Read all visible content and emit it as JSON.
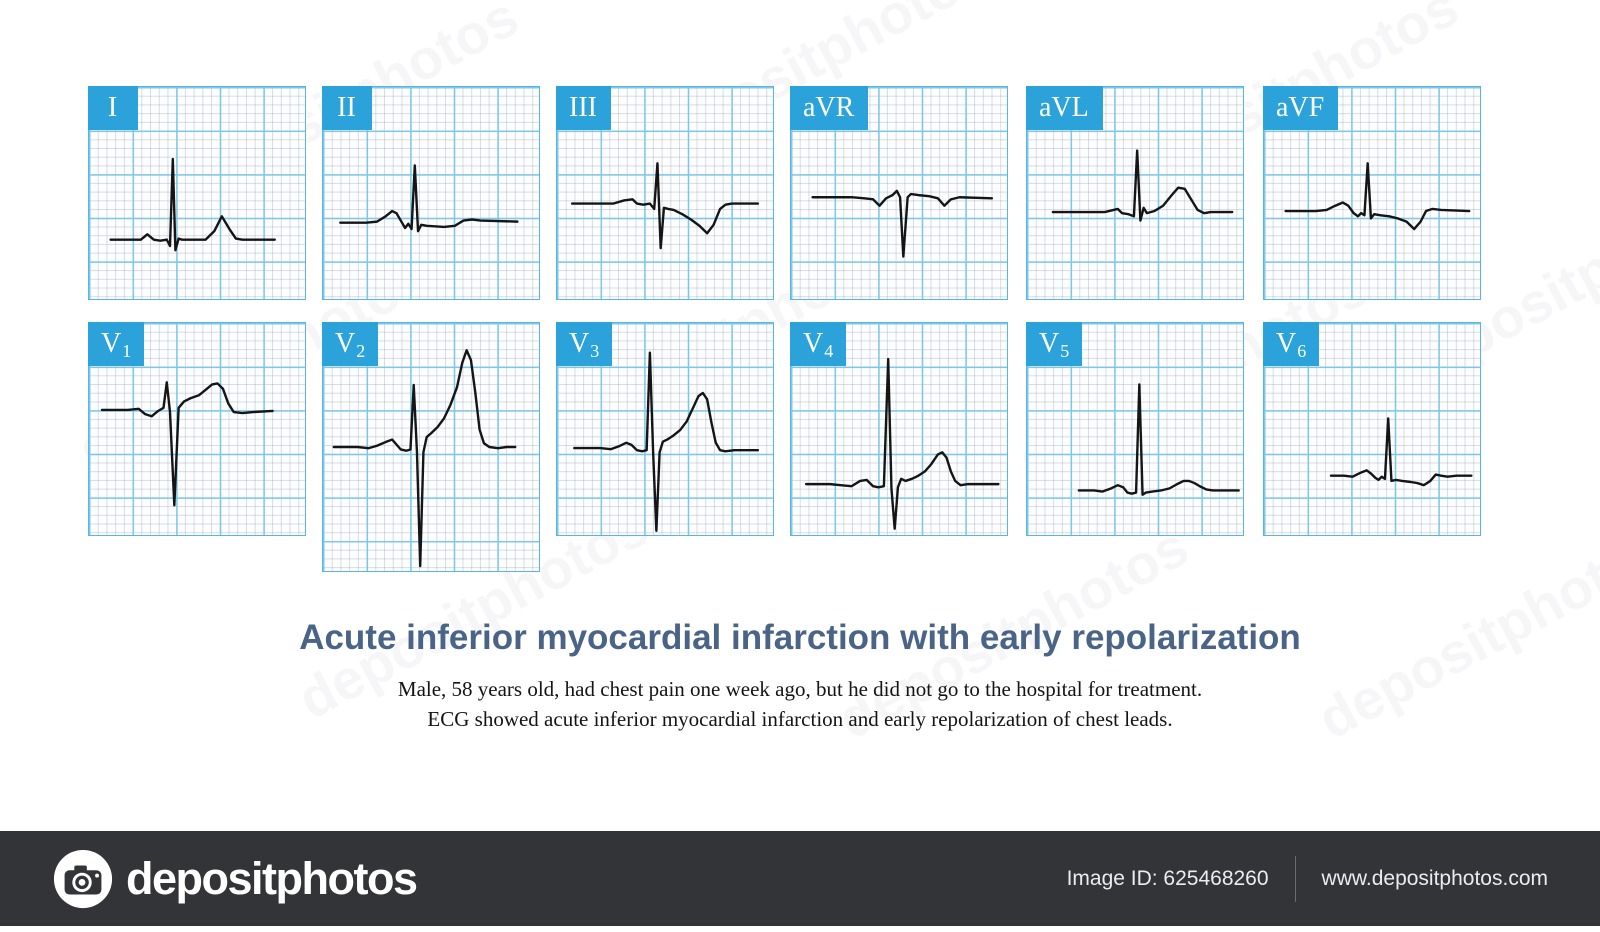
{
  "watermark": {
    "text": "depositphotos"
  },
  "title": "Acute inferior myocardial infarction with early repolarization",
  "description": {
    "line1": "Male, 58 years old, had chest pain one week ago, but he did not go to the hospital for treatment.",
    "line2": "ECG showed acute inferior myocardial infarction and early repolarization of chest leads."
  },
  "footer": {
    "brand": "depositphotos",
    "image_id": "Image ID: 625468260",
    "website": "www.depositphotos.com"
  },
  "colors": {
    "lead_label_bg": "#2ba3da",
    "grid_major": "#7cc7ea",
    "grid_minor": "#969cac",
    "panel_border": "#58b6e3",
    "trace": "#151515",
    "title_text": "#4a6488",
    "footer_bg": "#333437"
  },
  "panels": [
    {
      "id": "I",
      "label_main": "I",
      "label_sub": "",
      "points": [
        [
          10,
          72
        ],
        [
          24,
          72
        ],
        [
          27,
          69.5
        ],
        [
          30,
          72
        ],
        [
          33,
          72.5
        ],
        [
          36,
          72
        ],
        [
          37.5,
          75
        ],
        [
          38.8,
          34
        ],
        [
          40,
          77
        ],
        [
          41.5,
          71.5
        ],
        [
          43,
          72
        ],
        [
          54,
          72
        ],
        [
          58,
          68
        ],
        [
          61.5,
          61
        ],
        [
          65,
          67
        ],
        [
          68,
          71.5
        ],
        [
          71,
          72
        ],
        [
          86,
          72
        ]
      ]
    },
    {
      "id": "II",
      "label_main": "II",
      "label_sub": "",
      "points": [
        [
          8,
          64
        ],
        [
          20,
          64
        ],
        [
          25,
          63.5
        ],
        [
          29,
          61
        ],
        [
          32,
          58.5
        ],
        [
          34,
          59.5
        ],
        [
          36,
          63
        ],
        [
          38,
          66.5
        ],
        [
          39.5,
          64.5
        ],
        [
          41,
          67
        ],
        [
          42.5,
          37
        ],
        [
          44,
          68
        ],
        [
          45.5,
          65
        ],
        [
          48,
          65.5
        ],
        [
          56,
          66
        ],
        [
          61,
          65.5
        ],
        [
          65,
          63
        ],
        [
          69,
          62.5
        ],
        [
          73,
          63
        ],
        [
          90,
          63.5
        ]
      ]
    },
    {
      "id": "III",
      "label_main": "III",
      "label_sub": "",
      "points": [
        [
          7,
          55
        ],
        [
          26,
          55
        ],
        [
          31,
          53.5
        ],
        [
          35,
          53
        ],
        [
          37,
          55
        ],
        [
          40,
          55.5
        ],
        [
          43,
          55
        ],
        [
          45,
          57.5
        ],
        [
          46.5,
          36
        ],
        [
          48,
          76
        ],
        [
          49.5,
          57
        ],
        [
          51.5,
          57.5
        ],
        [
          54,
          58
        ],
        [
          58,
          60
        ],
        [
          62,
          62.5
        ],
        [
          66,
          65.5
        ],
        [
          69.5,
          69
        ],
        [
          72.5,
          65
        ],
        [
          75.5,
          57.5
        ],
        [
          78,
          55.5
        ],
        [
          81,
          55
        ],
        [
          93,
          55
        ]
      ]
    },
    {
      "id": "aVR",
      "label_main": "aVR",
      "label_sub": "",
      "points": [
        [
          10,
          52
        ],
        [
          28,
          52
        ],
        [
          34,
          52.5
        ],
        [
          38,
          53
        ],
        [
          41,
          56
        ],
        [
          44,
          52.5
        ],
        [
          47,
          51
        ],
        [
          49,
          49
        ],
        [
          50.5,
          52
        ],
        [
          52,
          80
        ],
        [
          54,
          52
        ],
        [
          55.5,
          50.5
        ],
        [
          59,
          51
        ],
        [
          64,
          51.5
        ],
        [
          68,
          52.5
        ],
        [
          71,
          56
        ],
        [
          74,
          53
        ],
        [
          78,
          52
        ],
        [
          93,
          52.5
        ]
      ]
    },
    {
      "id": "aVL",
      "label_main": "aVL",
      "label_sub": "",
      "points": [
        [
          12,
          59
        ],
        [
          28,
          59
        ],
        [
          36,
          59
        ],
        [
          42,
          57.5
        ],
        [
          44,
          59.5
        ],
        [
          47,
          60
        ],
        [
          49.5,
          61
        ],
        [
          51,
          30
        ],
        [
          52.5,
          63
        ],
        [
          54,
          57
        ],
        [
          55.5,
          59.5
        ],
        [
          59,
          58.5
        ],
        [
          63,
          56
        ],
        [
          67,
          51
        ],
        [
          70,
          47.5
        ],
        [
          73,
          48
        ],
        [
          76,
          53
        ],
        [
          79,
          58
        ],
        [
          82,
          59.5
        ],
        [
          85,
          59
        ],
        [
          95,
          59
        ]
      ]
    },
    {
      "id": "aVF",
      "label_main": "aVF",
      "label_sub": "",
      "points": [
        [
          10,
          58.5
        ],
        [
          24,
          58.5
        ],
        [
          29,
          58
        ],
        [
          33,
          56
        ],
        [
          36.5,
          54.5
        ],
        [
          39,
          56
        ],
        [
          41.5,
          59.5
        ],
        [
          43.5,
          61
        ],
        [
          45,
          59.5
        ],
        [
          46.5,
          60.5
        ],
        [
          48,
          36
        ],
        [
          49.5,
          62
        ],
        [
          51,
          60
        ],
        [
          54,
          60.5
        ],
        [
          58,
          61
        ],
        [
          62,
          62
        ],
        [
          66,
          63.5
        ],
        [
          69.5,
          67
        ],
        [
          72.5,
          63.5
        ],
        [
          75,
          58.5
        ],
        [
          78,
          57.5
        ],
        [
          82,
          58
        ],
        [
          95,
          58.5
        ]
      ]
    },
    {
      "id": "V1",
      "label_main": "V",
      "label_sub": "1",
      "points": [
        [
          6,
          41
        ],
        [
          18,
          41
        ],
        [
          23,
          40.5
        ],
        [
          26,
          43
        ],
        [
          29,
          44
        ],
        [
          32,
          41.5
        ],
        [
          34.5,
          40
        ],
        [
          36,
          28
        ],
        [
          37.5,
          42
        ],
        [
          39.5,
          86
        ],
        [
          41.5,
          40
        ],
        [
          44,
          37
        ],
        [
          47,
          35.5
        ],
        [
          51,
          34
        ],
        [
          54,
          31.5
        ],
        [
          57,
          29
        ],
        [
          59.5,
          28.5
        ],
        [
          62,
          31
        ],
        [
          64.5,
          38
        ],
        [
          67,
          42
        ],
        [
          71,
          42.5
        ],
        [
          76,
          42
        ],
        [
          85,
          41.5
        ]
      ]
    },
    {
      "id": "V2",
      "label_main": "V",
      "label_sub": "2",
      "points": [
        [
          5,
          50
        ],
        [
          16,
          50
        ],
        [
          21,
          50.5
        ],
        [
          25,
          49.5
        ],
        [
          29,
          48
        ],
        [
          32,
          47
        ],
        [
          34,
          49
        ],
        [
          36,
          51
        ],
        [
          38.5,
          51.5
        ],
        [
          40.5,
          51
        ],
        [
          42,
          25
        ],
        [
          43.5,
          52
        ],
        [
          45,
          98
        ],
        [
          46.5,
          52
        ],
        [
          48,
          46
        ],
        [
          50,
          44.5
        ],
        [
          53,
          42
        ],
        [
          56,
          38.5
        ],
        [
          59,
          33
        ],
        [
          62,
          26
        ],
        [
          64.5,
          16
        ],
        [
          66.5,
          11
        ],
        [
          68.5,
          15
        ],
        [
          70.5,
          28
        ],
        [
          72.5,
          43
        ],
        [
          74.5,
          48.5
        ],
        [
          77,
          50
        ],
        [
          81,
          50.5
        ],
        [
          85,
          50
        ],
        [
          89,
          50
        ]
      ]
    },
    {
      "id": "V3",
      "label_main": "V",
      "label_sub": "3",
      "points": [
        [
          8,
          59
        ],
        [
          20,
          59
        ],
        [
          25,
          59.5
        ],
        [
          29,
          58
        ],
        [
          32,
          56.5
        ],
        [
          34.5,
          57.5
        ],
        [
          37,
          60
        ],
        [
          39.5,
          60.5
        ],
        [
          41.5,
          60
        ],
        [
          43,
          14
        ],
        [
          44.5,
          61
        ],
        [
          46,
          98
        ],
        [
          47.5,
          61
        ],
        [
          49,
          56
        ],
        [
          51,
          55
        ],
        [
          54,
          53
        ],
        [
          57,
          50.5
        ],
        [
          60,
          46.5
        ],
        [
          63,
          40
        ],
        [
          65.5,
          34.5
        ],
        [
          67.5,
          33
        ],
        [
          69.5,
          36
        ],
        [
          71.5,
          47
        ],
        [
          73.5,
          56.5
        ],
        [
          75.5,
          60
        ],
        [
          78,
          60.5
        ],
        [
          82,
          60
        ],
        [
          93,
          60
        ]
      ]
    },
    {
      "id": "V4",
      "label_main": "V",
      "label_sub": "4",
      "points": [
        [
          7,
          76
        ],
        [
          18,
          76
        ],
        [
          23,
          76.5
        ],
        [
          28,
          77
        ],
        [
          32,
          74.5
        ],
        [
          35,
          74
        ],
        [
          38,
          77
        ],
        [
          40.5,
          77.5
        ],
        [
          43,
          77
        ],
        [
          45,
          17
        ],
        [
          46.5,
          78
        ],
        [
          48,
          97
        ],
        [
          49.5,
          77.5
        ],
        [
          51,
          73.5
        ],
        [
          53,
          74.5
        ],
        [
          56,
          73.5
        ],
        [
          59,
          72
        ],
        [
          62,
          70
        ],
        [
          65,
          66.5
        ],
        [
          68,
          62
        ],
        [
          70,
          61
        ],
        [
          72,
          63.5
        ],
        [
          74,
          70
        ],
        [
          76,
          74.5
        ],
        [
          78.5,
          76.5
        ],
        [
          82,
          76
        ],
        [
          96,
          76
        ]
      ]
    },
    {
      "id": "V5",
      "label_main": "V",
      "label_sub": "5",
      "points": [
        [
          24,
          79
        ],
        [
          31,
          79
        ],
        [
          35,
          79.5
        ],
        [
          39,
          78
        ],
        [
          42,
          76.5
        ],
        [
          44.5,
          77.5
        ],
        [
          46.5,
          80
        ],
        [
          48.5,
          80.5
        ],
        [
          50.5,
          80
        ],
        [
          52,
          29
        ],
        [
          53.5,
          81
        ],
        [
          55,
          80
        ],
        [
          58,
          79.5
        ],
        [
          62,
          79
        ],
        [
          66,
          78
        ],
        [
          69.5,
          76
        ],
        [
          72.5,
          74.5
        ],
        [
          75,
          74.5
        ],
        [
          77.5,
          75.5
        ],
        [
          80,
          77
        ],
        [
          83,
          78.5
        ],
        [
          86,
          79
        ],
        [
          92,
          79
        ],
        [
          98,
          79
        ]
      ]
    },
    {
      "id": "V6",
      "label_main": "V",
      "label_sub": "6",
      "points": [
        [
          31,
          72
        ],
        [
          37,
          72
        ],
        [
          41,
          72.5
        ],
        [
          45,
          70.5
        ],
        [
          47.5,
          69.5
        ],
        [
          49.5,
          71
        ],
        [
          51.5,
          73
        ],
        [
          53,
          74
        ],
        [
          54.5,
          72.5
        ],
        [
          56,
          73.5
        ],
        [
          57.5,
          45
        ],
        [
          59,
          74.5
        ],
        [
          61,
          74
        ],
        [
          64,
          74.5
        ],
        [
          68,
          75
        ],
        [
          71,
          75.5
        ],
        [
          74,
          76.5
        ],
        [
          77,
          74.5
        ],
        [
          79.5,
          71.5
        ],
        [
          82,
          72
        ],
        [
          85,
          72.5
        ],
        [
          89,
          72
        ],
        [
          96,
          72
        ]
      ]
    }
  ]
}
